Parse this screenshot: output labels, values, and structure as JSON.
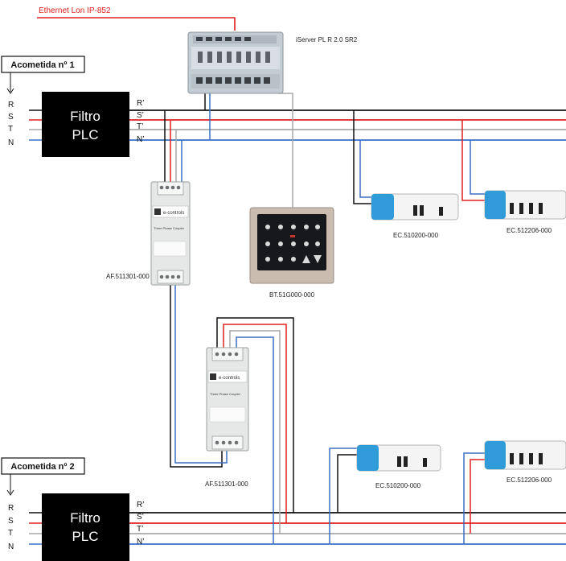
{
  "ethernet_label": "Ethernet Lon IP-852",
  "server": {
    "label": "iServer PL R 2.0 SR2"
  },
  "feeds": [
    {
      "label": "Acometida nº 1",
      "filter_line1": "Filtro",
      "filter_line2": "PLC",
      "phases": [
        "R",
        "S",
        "T",
        "N"
      ],
      "outputs": [
        "R’",
        "S’",
        "T’",
        "N’"
      ]
    },
    {
      "label": "Acometida nº 2",
      "filter_line1": "Filtro",
      "filter_line2": "PLC",
      "phases": [
        "R",
        "S",
        "T",
        "N"
      ],
      "outputs": [
        "R’",
        "S’",
        "T’",
        "N’"
      ]
    }
  ],
  "couplers": [
    {
      "label": "AF.511301-000",
      "brand": "e-controls",
      "title": "Three Phase Coupler"
    },
    {
      "label": "AF.511301-000",
      "brand": "e-controls",
      "title": "Three Phase Coupler"
    }
  ],
  "panel": {
    "label": "BT.51G000-000"
  },
  "modules": [
    {
      "label": "EC.510200-000"
    },
    {
      "label": "EC.512206-000"
    },
    {
      "label": "EC.510200-000"
    },
    {
      "label": "EC.512206-000"
    }
  ],
  "colors": {
    "r": "#111111",
    "s": "#e02020",
    "t": "#a8a8a8",
    "n": "#3b6fc4",
    "ethernet": "#e02020"
  }
}
